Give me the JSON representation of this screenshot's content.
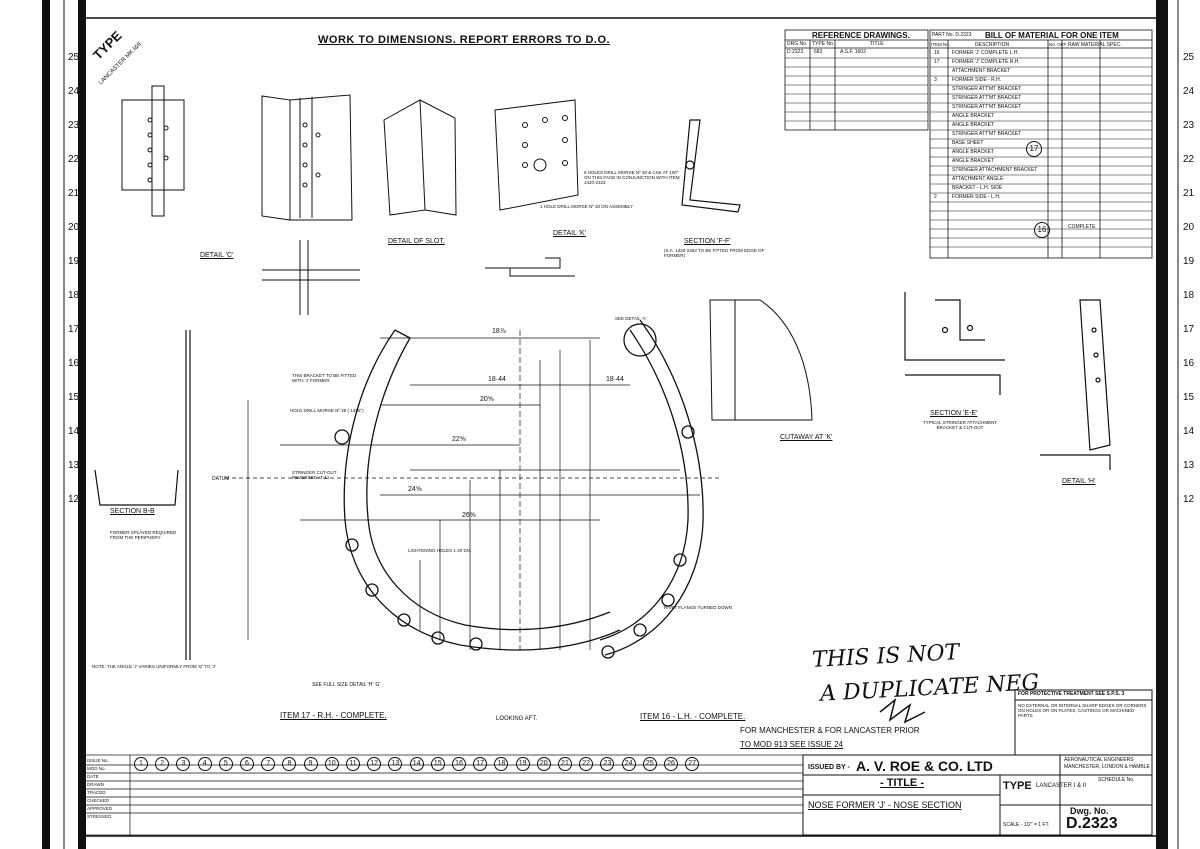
{
  "header": {
    "instruction": "WORK TO DIMENSIONS. REPORT ERRORS TO D.O.",
    "type_stamp": "TYPE",
    "type_value": "LANCASTER MK.I&II"
  },
  "reference_drawings": {
    "title": "REFERENCE DRAWINGS.",
    "col_drg": "DRG No.",
    "col_type": "TYPE No.",
    "col_title": "TITLE",
    "row1_drg": "D.2323",
    "row1_type": "683",
    "row1_title": "A.S.F. 1602"
  },
  "bill_of_material": {
    "title": "BILL OF MATERIAL FOR ONE ITEM",
    "sheet_no": "PART No. D.2323",
    "col_item": "ITEM No.",
    "col_desc": "DESCRIPTION",
    "col_no": "No. OFF",
    "col_raw": "RAW MATERIAL SPEC.",
    "rows": [
      {
        "item": "16",
        "desc": "FORMER 'J' COMPLETE L.H."
      },
      {
        "item": "17",
        "desc": "FORMER 'J' COMPLETE R.H."
      },
      {
        "item": "",
        "desc": "ATTACHMENT BRACKET"
      },
      {
        "item": "3",
        "desc": "FORMER SIDE - R.H."
      },
      {
        "item": "",
        "desc": "STRINGER ATT'MT BRACKET"
      },
      {
        "item": "",
        "desc": "STRINGER ATT'MT BRACKET"
      },
      {
        "item": "",
        "desc": "STRINGER ATT'MT BRACKET"
      },
      {
        "item": "",
        "desc": "ANGLE BRACKET"
      },
      {
        "item": "",
        "desc": "ANGLE BRACKET"
      },
      {
        "item": "",
        "desc": "STRINGER ATT'MT BRACKET"
      },
      {
        "item": "",
        "desc": "BASE SHEET"
      },
      {
        "item": "",
        "desc": "ANGLE BRACKET"
      },
      {
        "item": "",
        "desc": "ANGLE BRACKET"
      },
      {
        "item": "",
        "desc": "STRINGER ATTACHMENT BRACKET"
      },
      {
        "item": "",
        "desc": "ATTACHMENT ANGLE"
      },
      {
        "item": "",
        "desc": "BRACKET - L.H. SIDE"
      },
      {
        "item": "2",
        "desc": "FORMER SIDE - L.H."
      }
    ],
    "callout_17": "17",
    "callout_16": "16",
    "complete_label": "COMPLETE"
  },
  "labels": {
    "detail_c": "DETAIL 'C'",
    "detail_slot": "DETAIL OF SLOT.",
    "detail_k": "DETAIL 'K'",
    "section_ff": "SECTION 'F-F'",
    "section_ff_note": "(S.A. 1420-2363 TO BE FITTED FROM EDGE OF FORMER)",
    "cutaway": "CUTAWAY AT 'K'",
    "section_ee": "SECTION 'E-E'",
    "section_ee_note": "TYPICAL STRINGER ATTACHMENT BRACKET & CUT-OUT",
    "detail_h": "DETAIL 'H'",
    "section_bb": "SECTION B-B",
    "section_bb_note": "FORMER SPLAYED REQUIRED FROM THE PERIPHERY",
    "note": "NOTE: THE ANGLE 'J' VARIES UNIFORMLY FROM 'G' TO 'J'",
    "looking_aft": "LOOKING AFT.",
    "item_17": "ITEM 17 - R.H. - COMPLETE.",
    "item_16": "ITEM 16 - L.H. - COMPLETE.",
    "mod_note_1": "FOR MANCHESTER & FOR LANCASTER PRIOR",
    "mod_note_2": "TO MOD 913 SEE ISSUE 24",
    "see_full_size": "SEE FULL SIZE DETAIL 'H' 'G'",
    "detail_a": "SEE DETAIL 'A'",
    "dim_18": "18⅞",
    "dim_18_44": "18·44",
    "dim_20": "20⅝",
    "dim_22": "22⅝",
    "dim_24": "24⅝",
    "dim_26": "26⅝",
    "datum": "DATUM",
    "hole_drill": "HOLE DRILL MORSE Nº 28 (·1405\")",
    "stringer_cutout": "STRINGER CUT-OUT REVERSED AT 12",
    "this_bracket": "THIS BRACKET TO BE FITTED WITH 'J' FORMER",
    "lightening_holes": "LIGHTENING HOLES 1·20 DIA",
    "holes_6": "6 HOLES DRILL MORSE Nº 30 & CSK AT 100° ON THIS FACE IN CONJUNCTION WITH ITEM 1420-2323",
    "one_hole": "1 HOLE DRILL MORSE Nº 30 ON ASSEMBLY",
    "rivet_note": "RIVET FLANGE TURNED DOWN"
  },
  "handwritten": {
    "line1": "THIS IS NOT",
    "line2": "A DUPLICATE NEG"
  },
  "title_block": {
    "issued_by": "ISSUED BY -",
    "company": "A. V. ROE & CO. LTD",
    "company_sub1": "AERONAUTICAL ENGINEERS",
    "company_sub2": "MANCHESTER, LONDON & HAMBLE",
    "title_label": "- TITLE -",
    "part_title": "NOSE FORMER 'J' - NOSE SECTION",
    "type_label": "TYPE",
    "type_value": "LANCASTER I & II",
    "schedule_no": "SCHEDULE No.",
    "dwg_label": "Dwg. No.",
    "dwg_no": "D.2323",
    "scale": "SCALE - 1/2\" = 1 FT.",
    "protective": "FOR PROTECTIVE TREATMENT SEE S.P.S. 3",
    "protect_note": "NO EXTERNAL OR INTERNAL SHARP EDGES OR CORNERS ON HOLES OR ON PLATES, CASTINGS OR MACHINED PARTS"
  },
  "issue_table": {
    "row_labels": [
      "ISSUE No.",
      "MOD No.",
      "DATE",
      "DRAWN",
      "TRACED",
      "CHECKED",
      "APPROVED",
      "STRESSED"
    ],
    "issues": [
      "1",
      "2",
      "3",
      "4",
      "5",
      "6",
      "7",
      "8",
      "9",
      "10",
      "11",
      "12",
      "13",
      "14",
      "15",
      "16",
      "17",
      "18",
      "19",
      "20",
      "21",
      "22",
      "23",
      "24",
      "25",
      "26",
      "27"
    ]
  },
  "ruler": {
    "left": [
      "25",
      "24",
      "23",
      "22",
      "21",
      "20",
      "19",
      "18",
      "17",
      "16",
      "15",
      "14",
      "13",
      "12"
    ],
    "right": [
      "25",
      "24",
      "23",
      "22",
      "21",
      "20",
      "19",
      "18",
      "17",
      "16",
      "15",
      "14",
      "13",
      "12"
    ]
  }
}
